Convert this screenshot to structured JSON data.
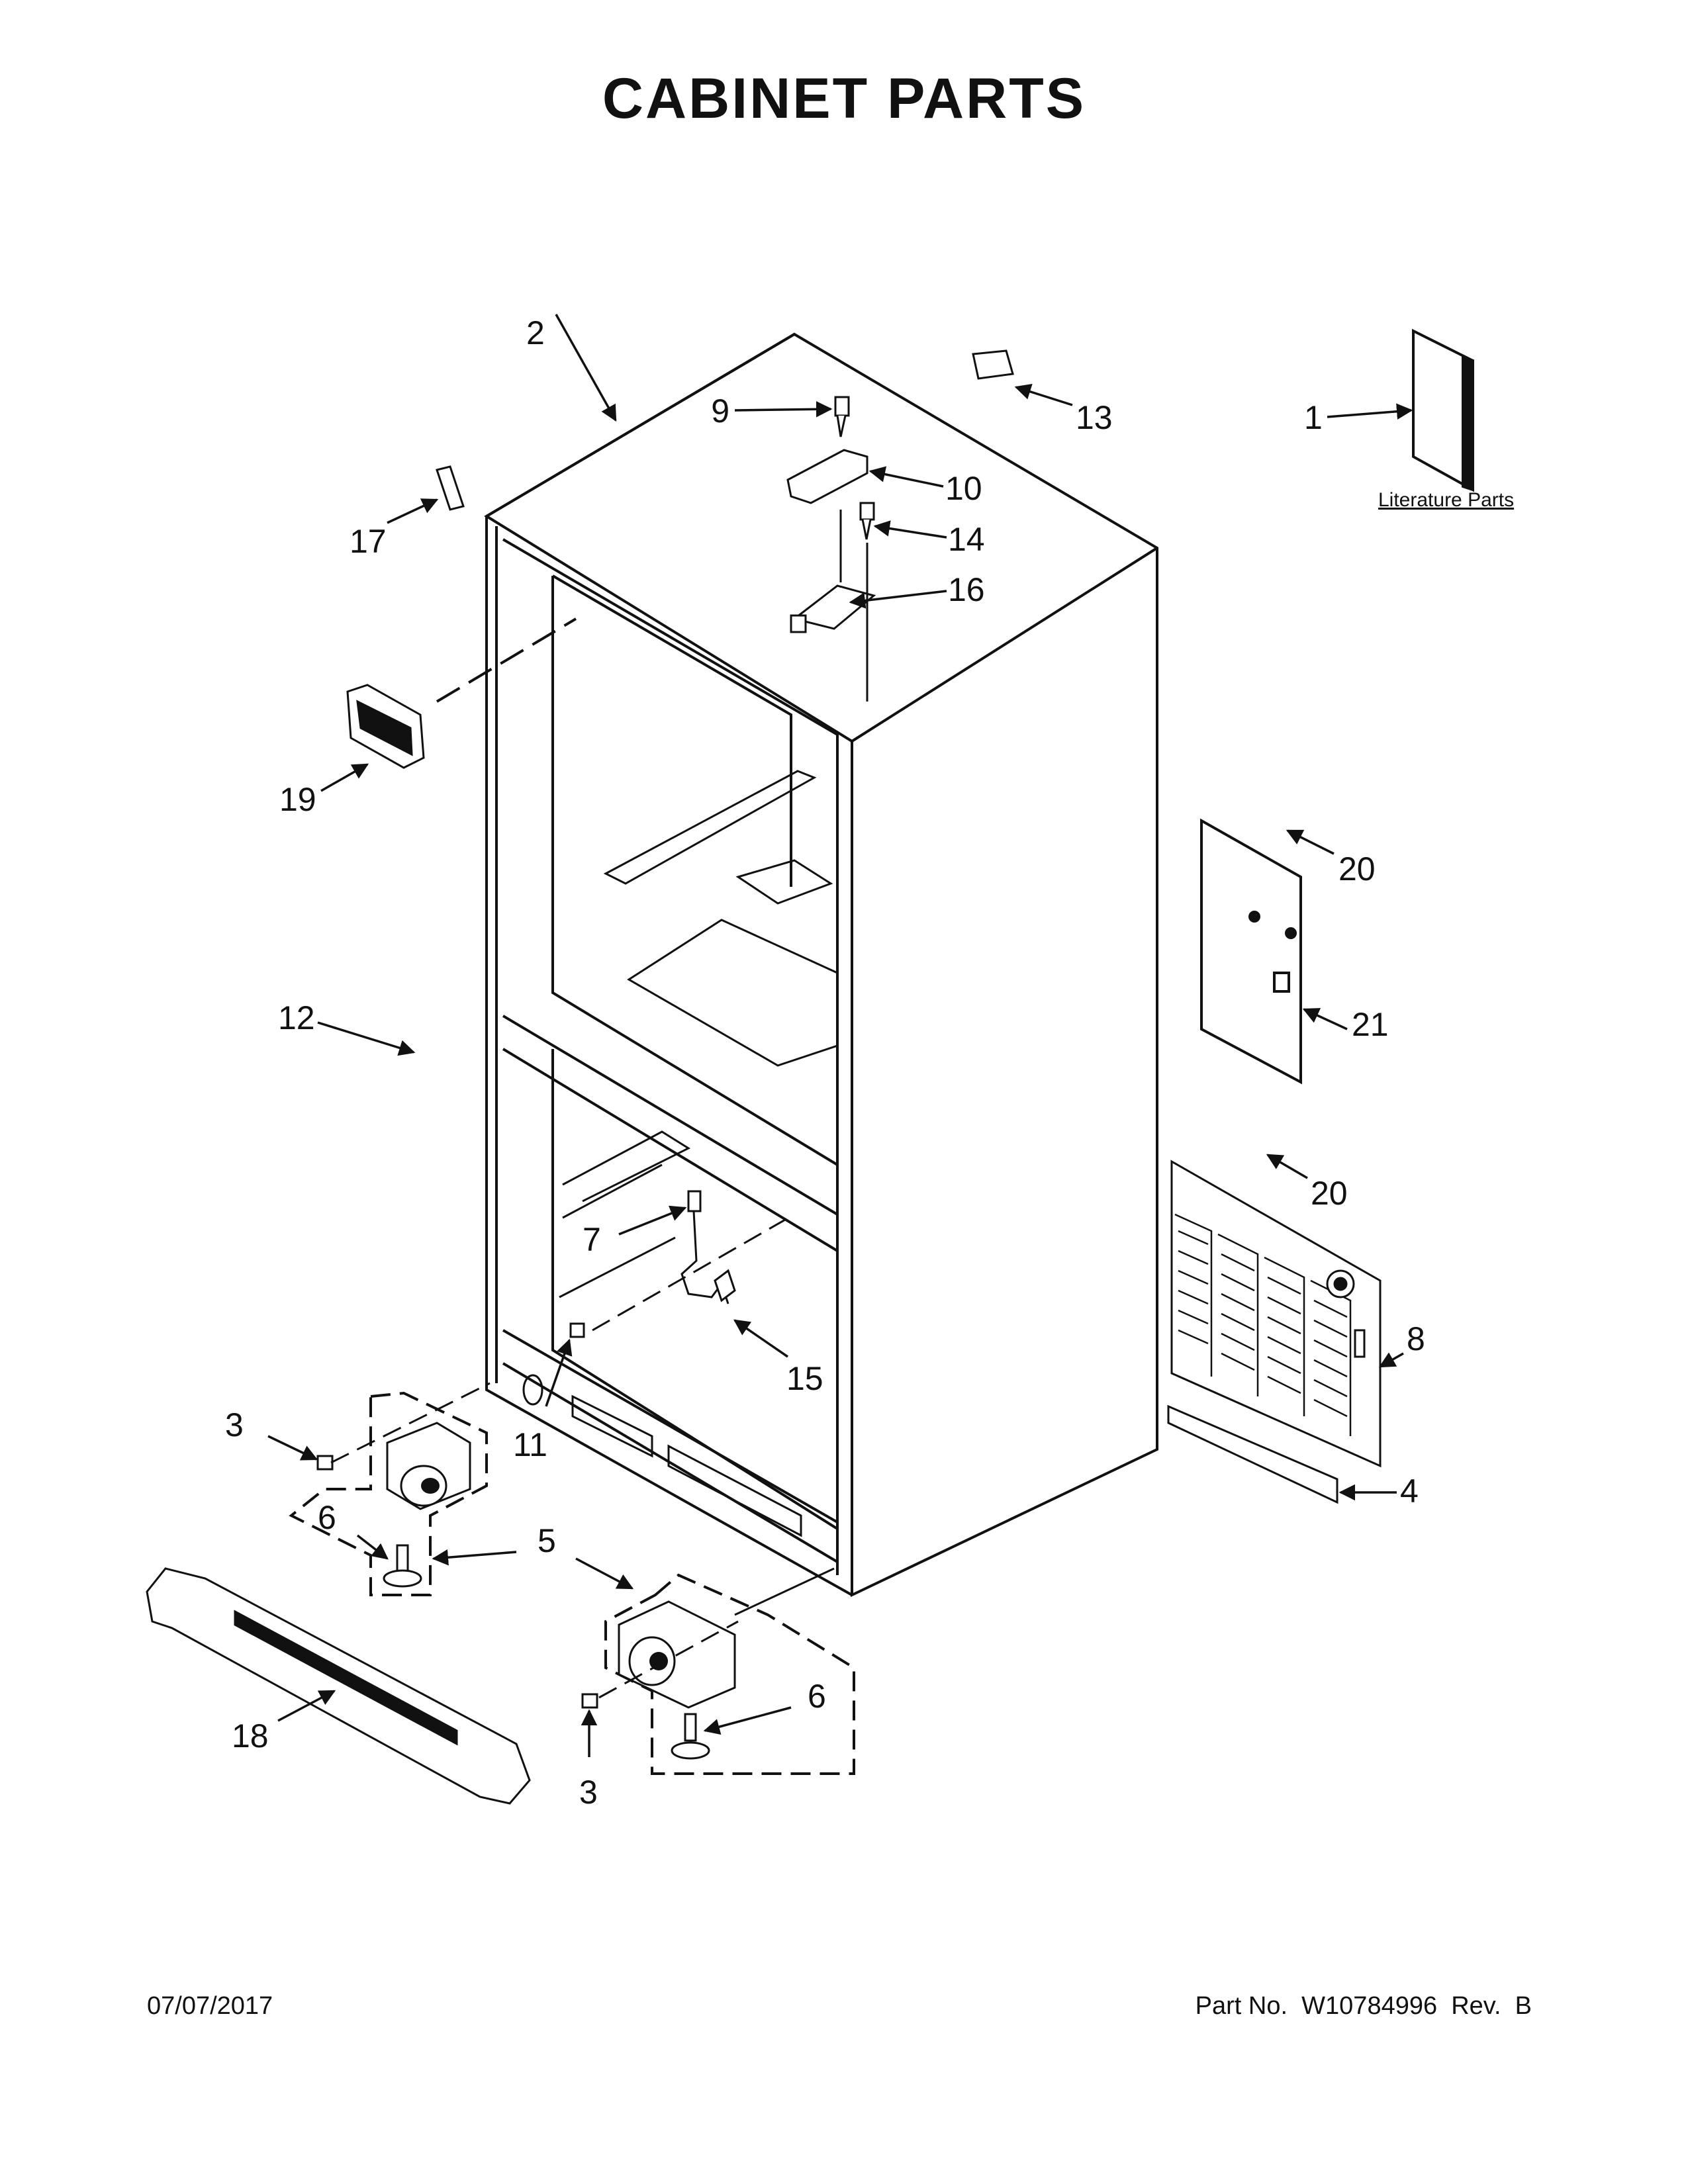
{
  "title": "CABINET PARTS",
  "footer": {
    "date": "07/07/2017",
    "part_number": "Part No.  W10784996  Rev.  B"
  },
  "literature_label": "Literature Parts",
  "callouts": {
    "c1": "1",
    "c2": "2",
    "c3a": "3",
    "c3b": "3",
    "c4": "4",
    "c5": "5",
    "c6a": "6",
    "c6b": "6",
    "c7": "7",
    "c8": "8",
    "c9": "9",
    "c10": "10",
    "c11": "11",
    "c12": "12",
    "c13": "13",
    "c14": "14",
    "c15": "15",
    "c16": "16",
    "c17": "17",
    "c18": "18",
    "c19": "19",
    "c20a": "20",
    "c20b": "20",
    "c21": "21"
  }
}
